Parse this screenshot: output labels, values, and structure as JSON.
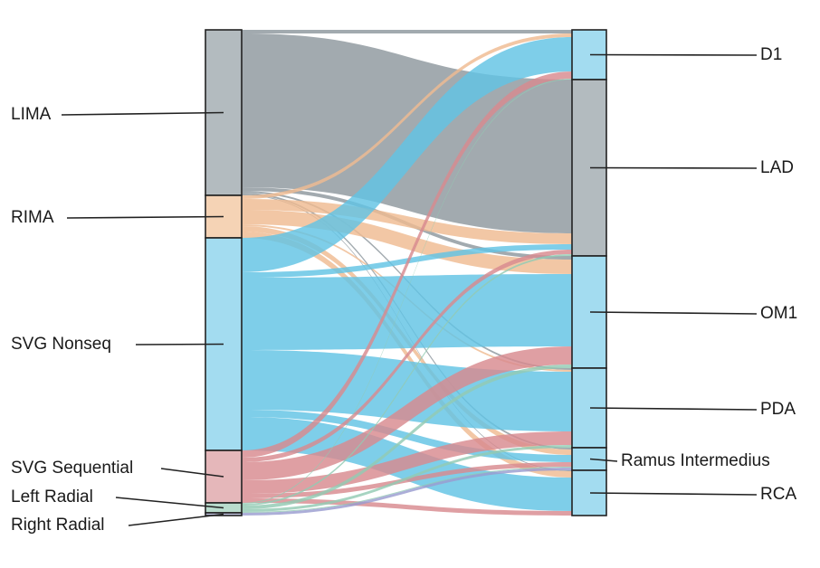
{
  "diagram": {
    "type": "sankey",
    "left_nodes": [
      {
        "label": "LIMA",
        "color": "#b3bbbf",
        "link_color": "#8d979d"
      },
      {
        "label": "RIMA",
        "color": "#f5d3b5",
        "link_color": "#efbb91"
      },
      {
        "label": "SVG Nonseq",
        "color": "#a3dcf0",
        "link_color": "#62c3e4"
      },
      {
        "label": "SVG Sequential",
        "color": "#e5b7ba",
        "link_color": "#d88a8f"
      },
      {
        "label": "Left Radial",
        "color": "#b9dccd",
        "link_color": "#92cbb3"
      },
      {
        "label": "Right Radial",
        "color": "#c4c6e4",
        "link_color": "#9a9ccf"
      }
    ],
    "right_nodes": [
      {
        "label": "D1",
        "color": "#a3dcf0"
      },
      {
        "label": "LAD",
        "color": "#b3bbbf"
      },
      {
        "label": "OM1",
        "color": "#a3dcf0"
      },
      {
        "label": "PDA",
        "color": "#a3dcf0"
      },
      {
        "label": "Ramus Intermedius",
        "color": "#a3dcf0"
      },
      {
        "label": "RCA",
        "color": "#a3dcf0"
      }
    ],
    "flows": [
      [
        4,
        170,
        4,
        2,
        2,
        1
      ],
      [
        4,
        12,
        16,
        2,
        6,
        7
      ],
      [
        38,
        6,
        80,
        66,
        8,
        37
      ],
      [
        8,
        5,
        20,
        15,
        5,
        5
      ],
      [
        1,
        2,
        4,
        3,
        1,
        0
      ],
      [
        0,
        0,
        0,
        0,
        3,
        0
      ]
    ]
  }
}
